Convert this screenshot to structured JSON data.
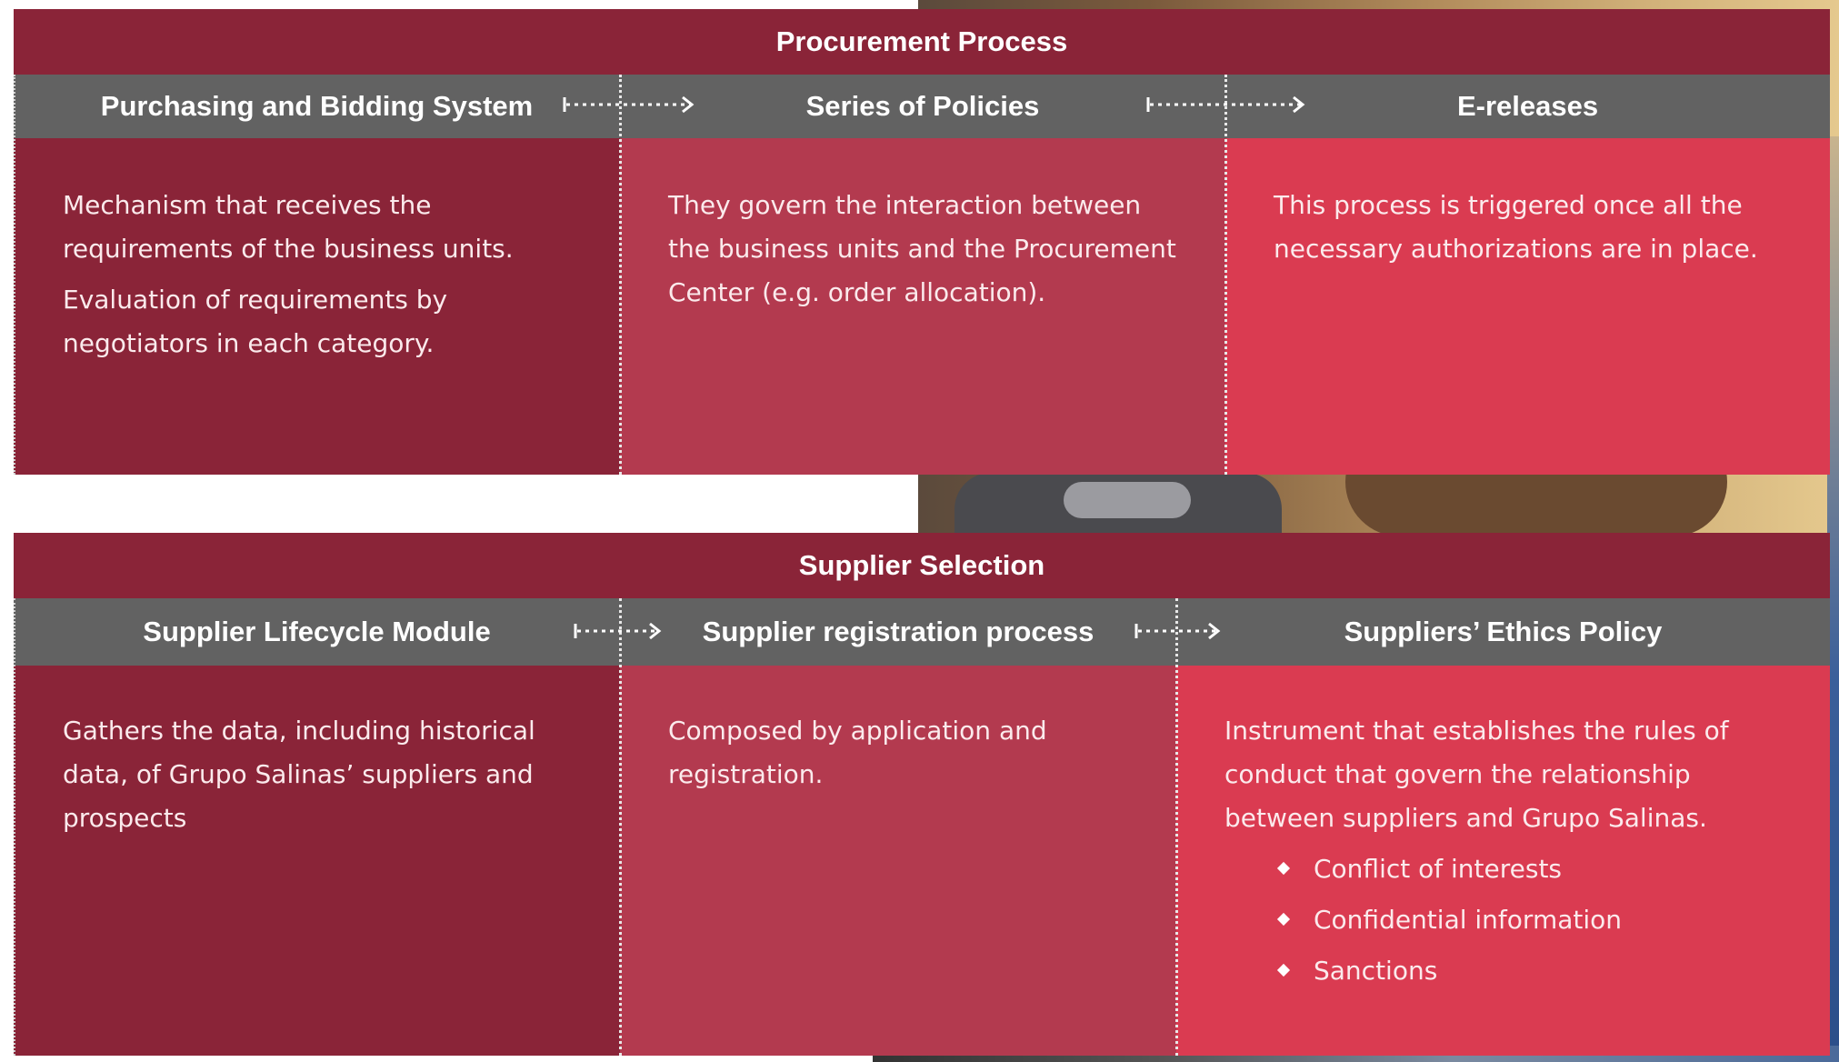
{
  "procurement": {
    "title": "Procurement Process",
    "columns": [
      {
        "heading": "Purchasing and Bidding System",
        "paragraphs": [
          "Mechanism that receives the requirements of the business units.",
          "Evaluation of requirements by negotiators in each category."
        ]
      },
      {
        "heading": "Series of Policies",
        "paragraphs": [
          "They govern the interaction between the business units and the Procurement Center (e.g. order allocation)."
        ]
      },
      {
        "heading": "E-releases",
        "paragraphs": [
          "This process is triggered once all the necessary authorizations are in place."
        ]
      }
    ]
  },
  "supplier_selection": {
    "title": "Supplier Selection",
    "columns": [
      {
        "heading": "Supplier Lifecycle Module",
        "paragraphs": [
          "Gathers the data, including historical data, of Grupo Salinas’ suppliers and prospects"
        ]
      },
      {
        "heading": "Supplier registration process",
        "paragraphs": [
          "Composed by application and registration."
        ]
      },
      {
        "heading": "Suppliers’ Ethics Policy",
        "paragraphs": [
          "Instrument that establishes the rules of conduct that govern the relationship between suppliers and Grupo Salinas."
        ],
        "bullets": [
          "Conflict of interests",
          "Confidential information",
          "Sanctions"
        ]
      }
    ]
  },
  "colors": {
    "dark_maroon": "#8a2438",
    "mid_red": "#b33a4f",
    "bright_red": "#da3b51",
    "header_gray": "#626262"
  },
  "icons": {
    "flow_arrow": "dotted-arrow-right-icon",
    "bullet": "diamond-bullet-icon"
  }
}
